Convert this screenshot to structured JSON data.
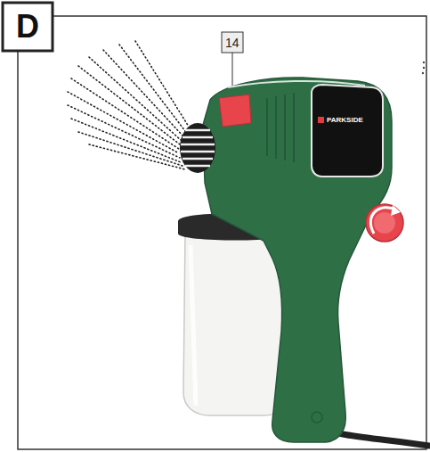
{
  "diagram": {
    "labels": [
      "D",
      "14",
      "PARKSIDE"
    ]
  }
}
